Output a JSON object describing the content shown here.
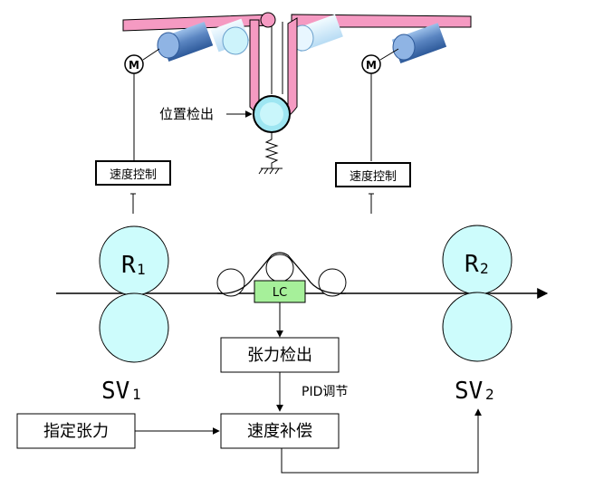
{
  "motor": {
    "left": "M",
    "right": "M"
  },
  "labels": {
    "position_detect": "位置检出",
    "speed_control_left": "速度控制",
    "speed_control_right": "速度控制",
    "lc": "LC",
    "tension_detect": "张力检出",
    "pid": "PID调节",
    "speed_comp": "速度补偿",
    "set_tension": "指定张力"
  },
  "rolls": {
    "r1": {
      "main": "R",
      "sub": "1"
    },
    "r2": {
      "main": "R",
      "sub": "2"
    }
  },
  "drives": {
    "sv1": {
      "main": "SV",
      "sub": "1"
    },
    "sv2": {
      "main": "SV",
      "sub": "2"
    }
  },
  "colors": {
    "web_pink": "#f59ac2",
    "roll_cyan": "#cdfcfc",
    "lc_green": "#a6f09a",
    "roller_blue": "#5b86c2",
    "roller_light": "#d8ecfa"
  }
}
